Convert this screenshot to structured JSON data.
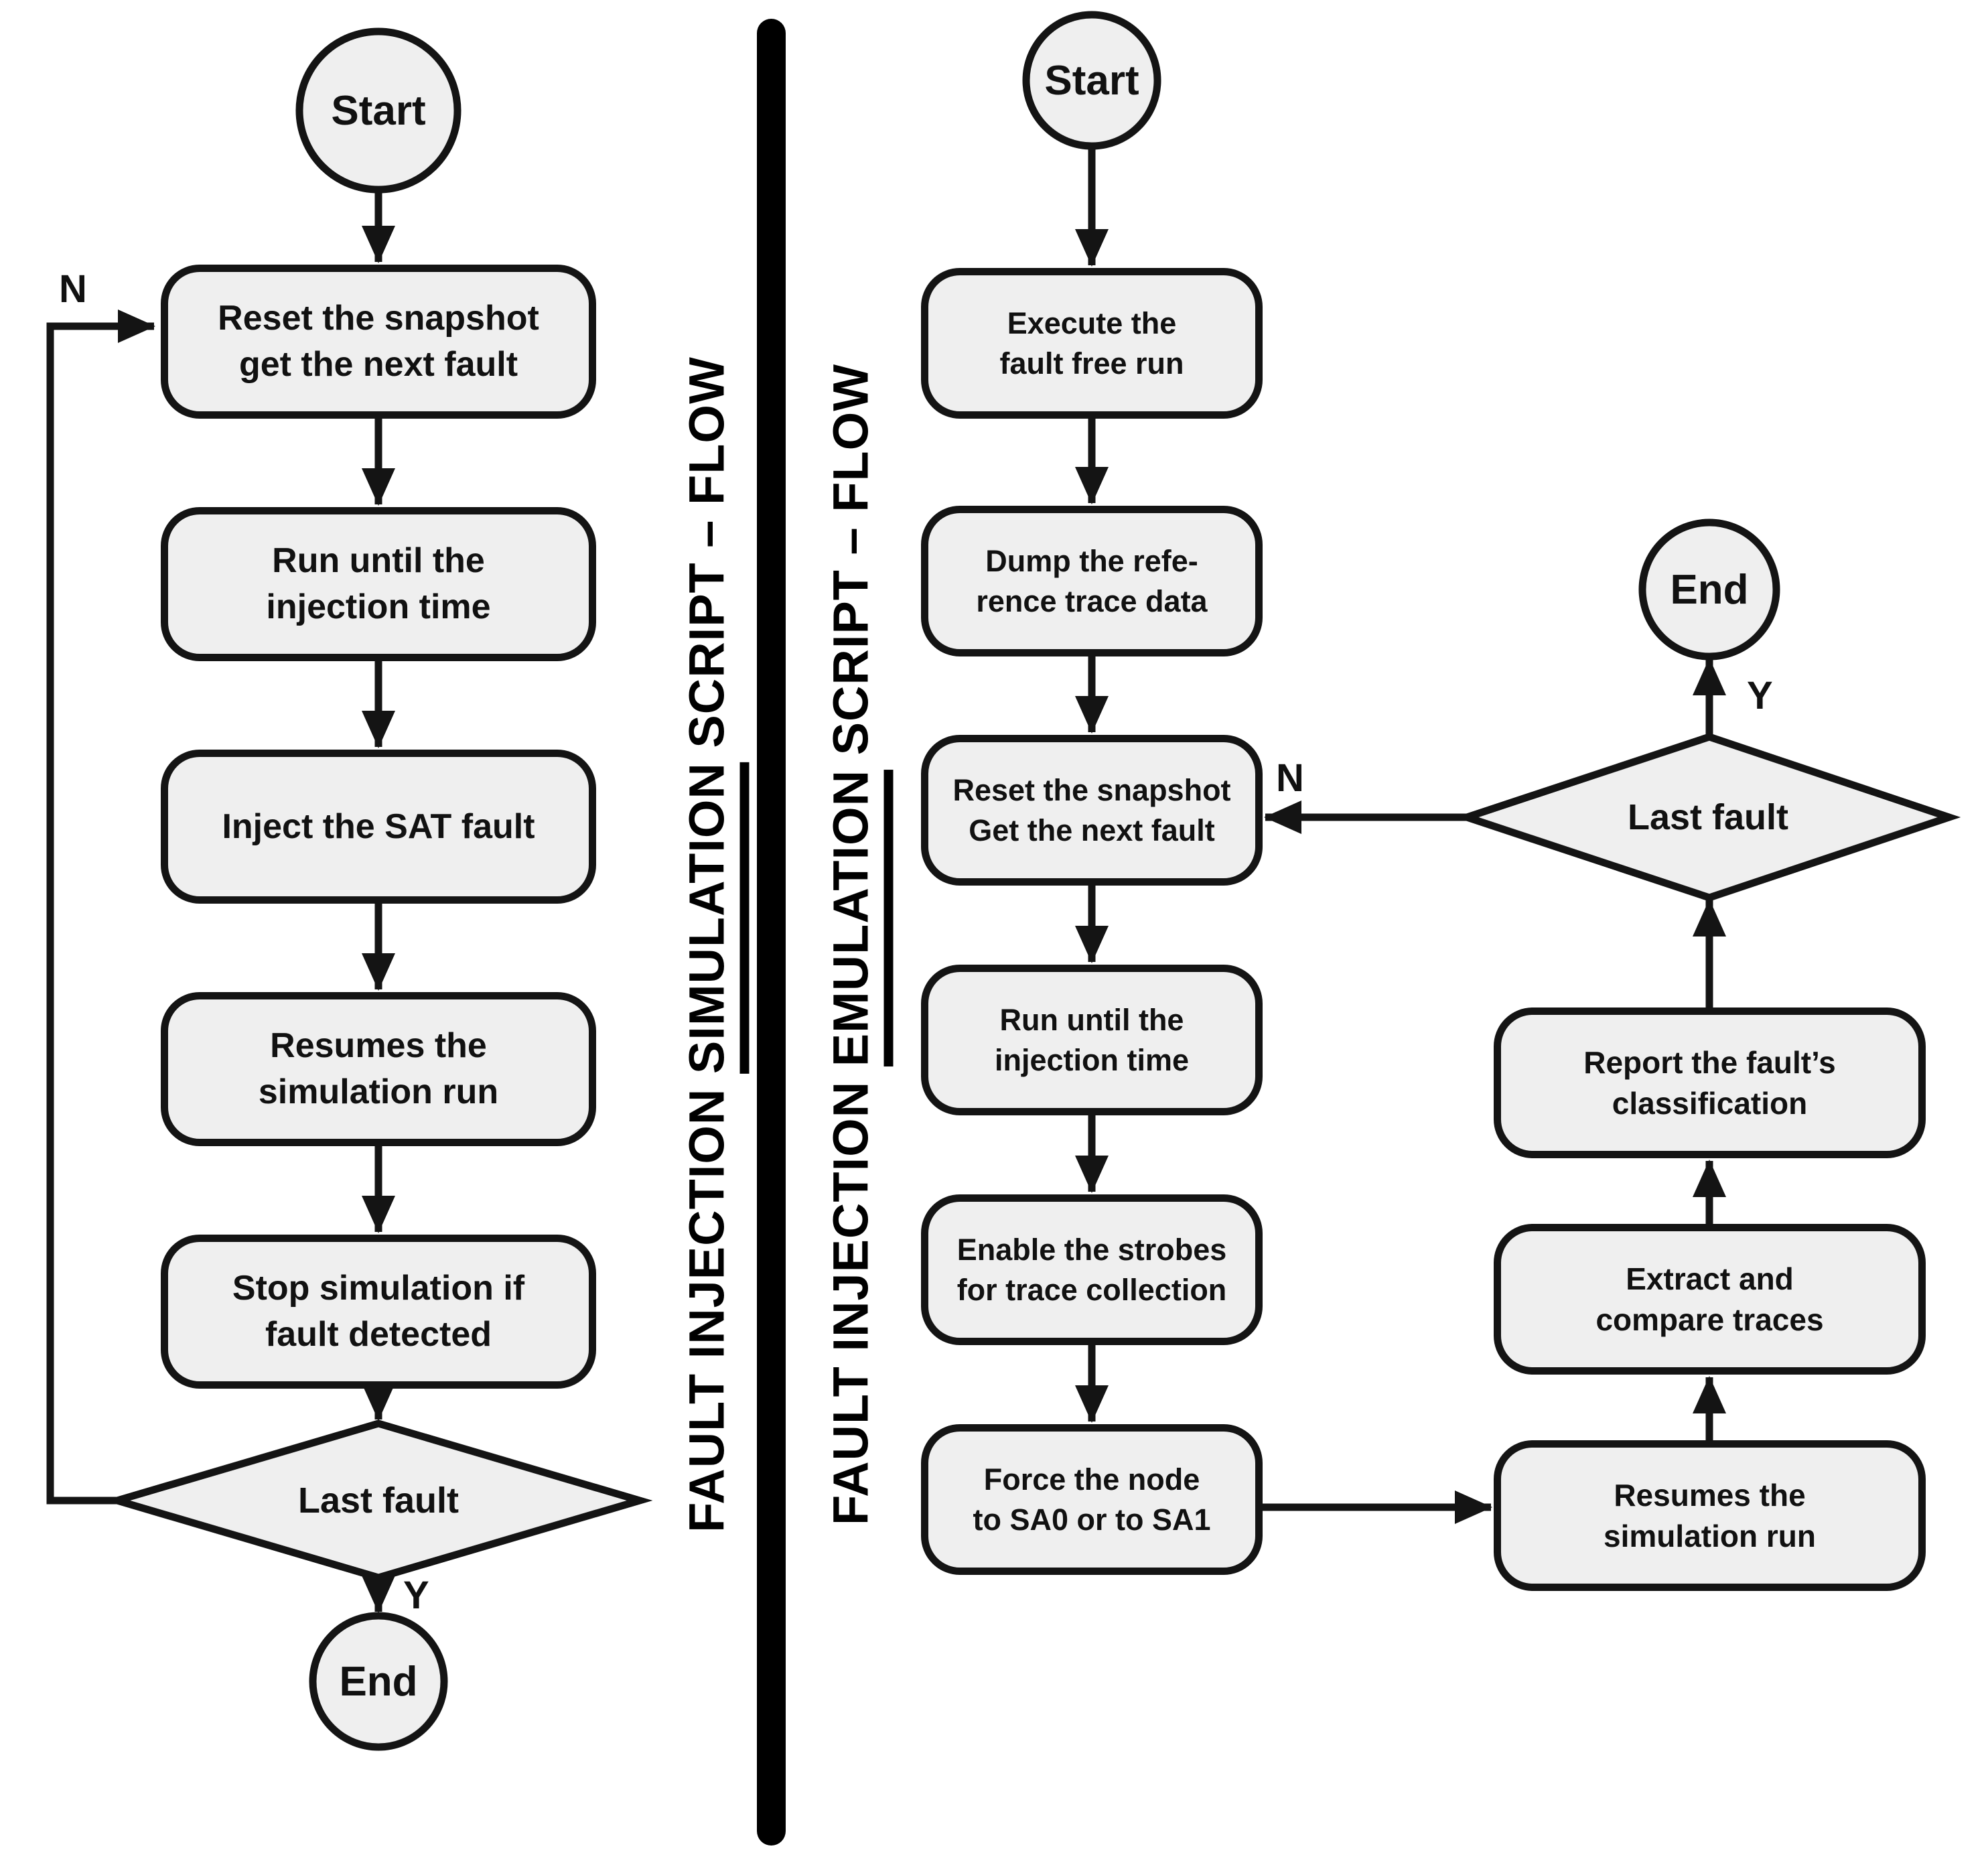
{
  "colors": {
    "node_fill": "#efefef",
    "node_stroke": "#141414",
    "divider": "#000000",
    "text": "#111111"
  },
  "left_flow": {
    "title": {
      "prefix": "FAULT INJECTION ",
      "emphasis": "SIMULATION",
      "suffix": " SCRIPT – FLOW"
    },
    "nodes": {
      "start": [
        "Start"
      ],
      "reset": [
        "Reset the snapshot",
        "get the next fault"
      ],
      "run": [
        "Run until the",
        "injection time"
      ],
      "inject": [
        "Inject the SAT fault"
      ],
      "resume": [
        "Resumes the",
        "simulation run"
      ],
      "stop": [
        "Stop simulation if",
        "fault detected"
      ],
      "decision": [
        "Last fault"
      ],
      "end": [
        "End"
      ]
    },
    "labels": {
      "no": "N",
      "yes": "Y"
    }
  },
  "right_flow": {
    "title": {
      "prefix": "FAULT INJECTION ",
      "emphasis": "EMULATION",
      "suffix": " SCRIPT – FLOW"
    },
    "nodes": {
      "start": [
        "Start"
      ],
      "execute": [
        "Execute the",
        "fault free run"
      ],
      "dump": [
        "Dump the refe-",
        "rence trace data"
      ],
      "reset": [
        "Reset the snapshot",
        "Get the next fault"
      ],
      "run": [
        "Run until the",
        "injection time"
      ],
      "enable": [
        "Enable the strobes",
        "for trace collection"
      ],
      "force": [
        "Force the node",
        "to SA0 or to SA1"
      ],
      "resume": [
        "Resumes the",
        "simulation run"
      ],
      "extract": [
        "Extract and",
        "compare traces"
      ],
      "report": [
        "Report the fault’s",
        "classification"
      ],
      "decision": [
        "Last fault"
      ],
      "end": [
        "End"
      ]
    },
    "labels": {
      "no": "N",
      "yes": "Y"
    }
  }
}
